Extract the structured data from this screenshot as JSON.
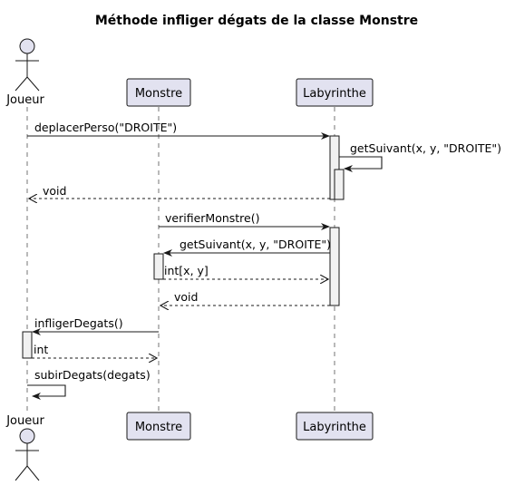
{
  "title": "Méthode infliger dégats de la classe Monstre",
  "participants": {
    "joueur": "Joueur",
    "monstre": "Monstre",
    "labyrinthe": "Labyrinthe"
  },
  "messages": {
    "m1": "deplacerPerso(\"DROITE\")",
    "m2": "getSuivant(x, y, \"DROITE\")",
    "m3": "void",
    "m4": "verifierMonstre()",
    "m5": "getSuivant(x, y, \"DROITE\")",
    "m6": "int[x, y]",
    "m7": "void",
    "m8": "infligerDegats()",
    "m9": "int",
    "m10": "subirDegats(degats)"
  },
  "colors": {
    "participant_fill": "#e2e2f0",
    "activation_fill": "#f1f1f1",
    "line": "#181818"
  }
}
